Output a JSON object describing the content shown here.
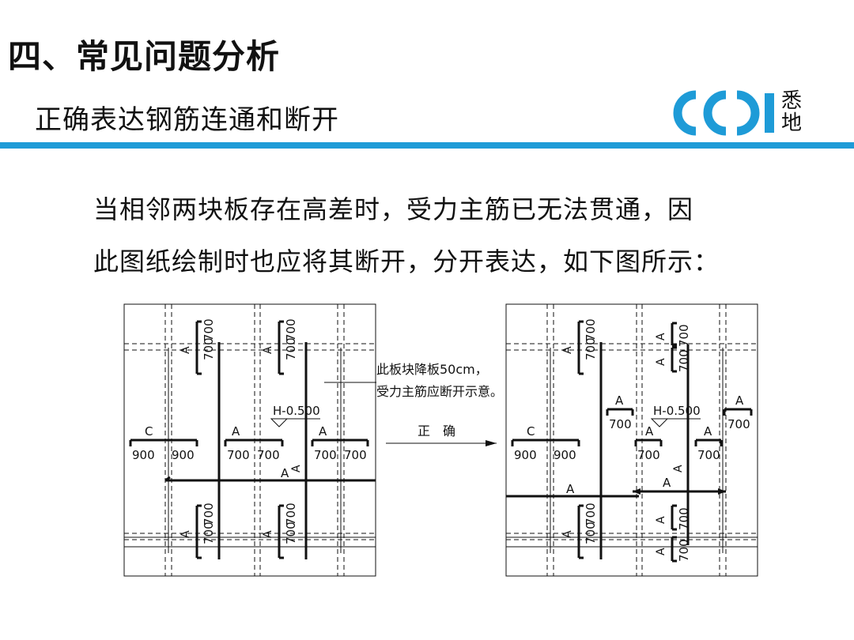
{
  "title": "四、常见问题分析",
  "subtitle": "正确表达钢筋连通和断开",
  "logo": {
    "text": "悉地",
    "brand_color": "#1e9bd7"
  },
  "paragraph": {
    "line1": "当相邻两块板存在高差时，受力主筋已无法贯通，因",
    "line2": "此图纸绘制时也应将其断开，分开表达，如下图所示："
  },
  "drawing": {
    "note_line1": "此板块降板50cm，",
    "note_line2": "受力主筋应断开示意。",
    "arrow_label": "正　确",
    "elevation": "H-0.500",
    "label_c": "C",
    "label_a": "A",
    "v900": "900",
    "v700": "700"
  },
  "accent": "#1e9bd7"
}
